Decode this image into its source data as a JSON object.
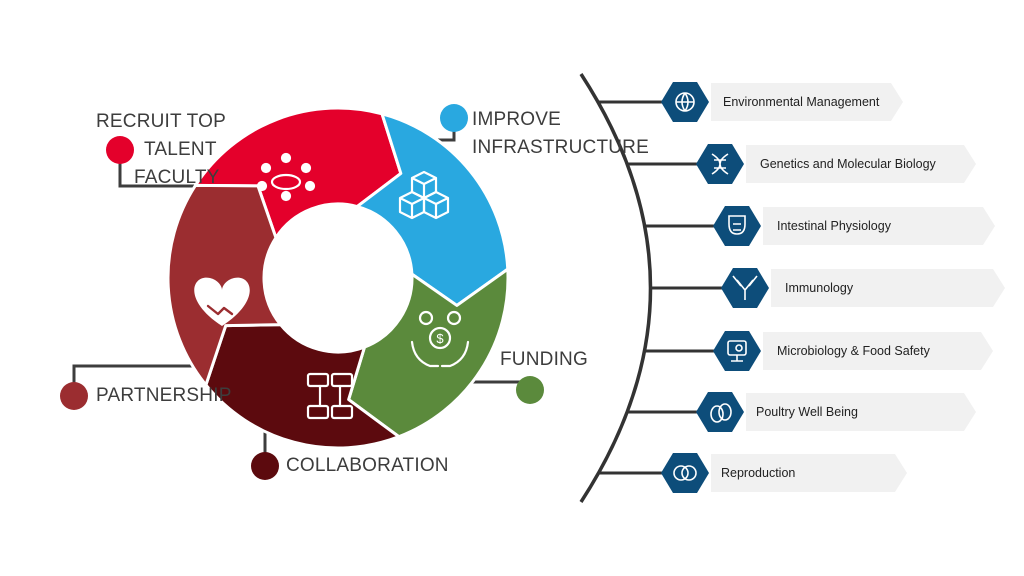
{
  "cycle": {
    "segments": [
      {
        "key": "recruit",
        "color": "#e4002b",
        "icon": "team-meeting-icon"
      },
      {
        "key": "infrastructure",
        "color": "#29a8e0",
        "icon": "cubes-icon"
      },
      {
        "key": "funding",
        "color": "#5b8a3c",
        "icon": "money-hands-icon"
      },
      {
        "key": "collaboration",
        "color": "#5c0a0e",
        "icon": "joined-hands-icon"
      },
      {
        "key": "partnership",
        "color": "#9b2d30",
        "icon": "handshake-heart-icon"
      }
    ],
    "labels": {
      "recruit": [
        "RECRUIT TOP",
        "TALENT",
        "FACULTY"
      ],
      "infrastructure": [
        "IMPROVE",
        "INFRASTRUCTURE"
      ],
      "funding": "FUNDING",
      "collaboration": "COLLABORATION",
      "partnership": "PARTNERSHIP"
    }
  },
  "research_areas": {
    "hex_color": "#0d4d7a",
    "items": [
      {
        "label": "Environmental Management",
        "icon": "globe-icon"
      },
      {
        "label": "Genetics and Molecular Biology",
        "icon": "dna-icon"
      },
      {
        "label": "Intestinal Physiology",
        "icon": "digestive-system-icon"
      },
      {
        "label": "Immunology",
        "icon": "antibody-icon"
      },
      {
        "label": "Microbiology & Food Safety",
        "icon": "microscope-screen-icon"
      },
      {
        "label": "Poultry Well Being",
        "icon": "eggs-icon"
      },
      {
        "label": "Reproduction",
        "icon": "overlapping-circles-icon"
      }
    ]
  }
}
